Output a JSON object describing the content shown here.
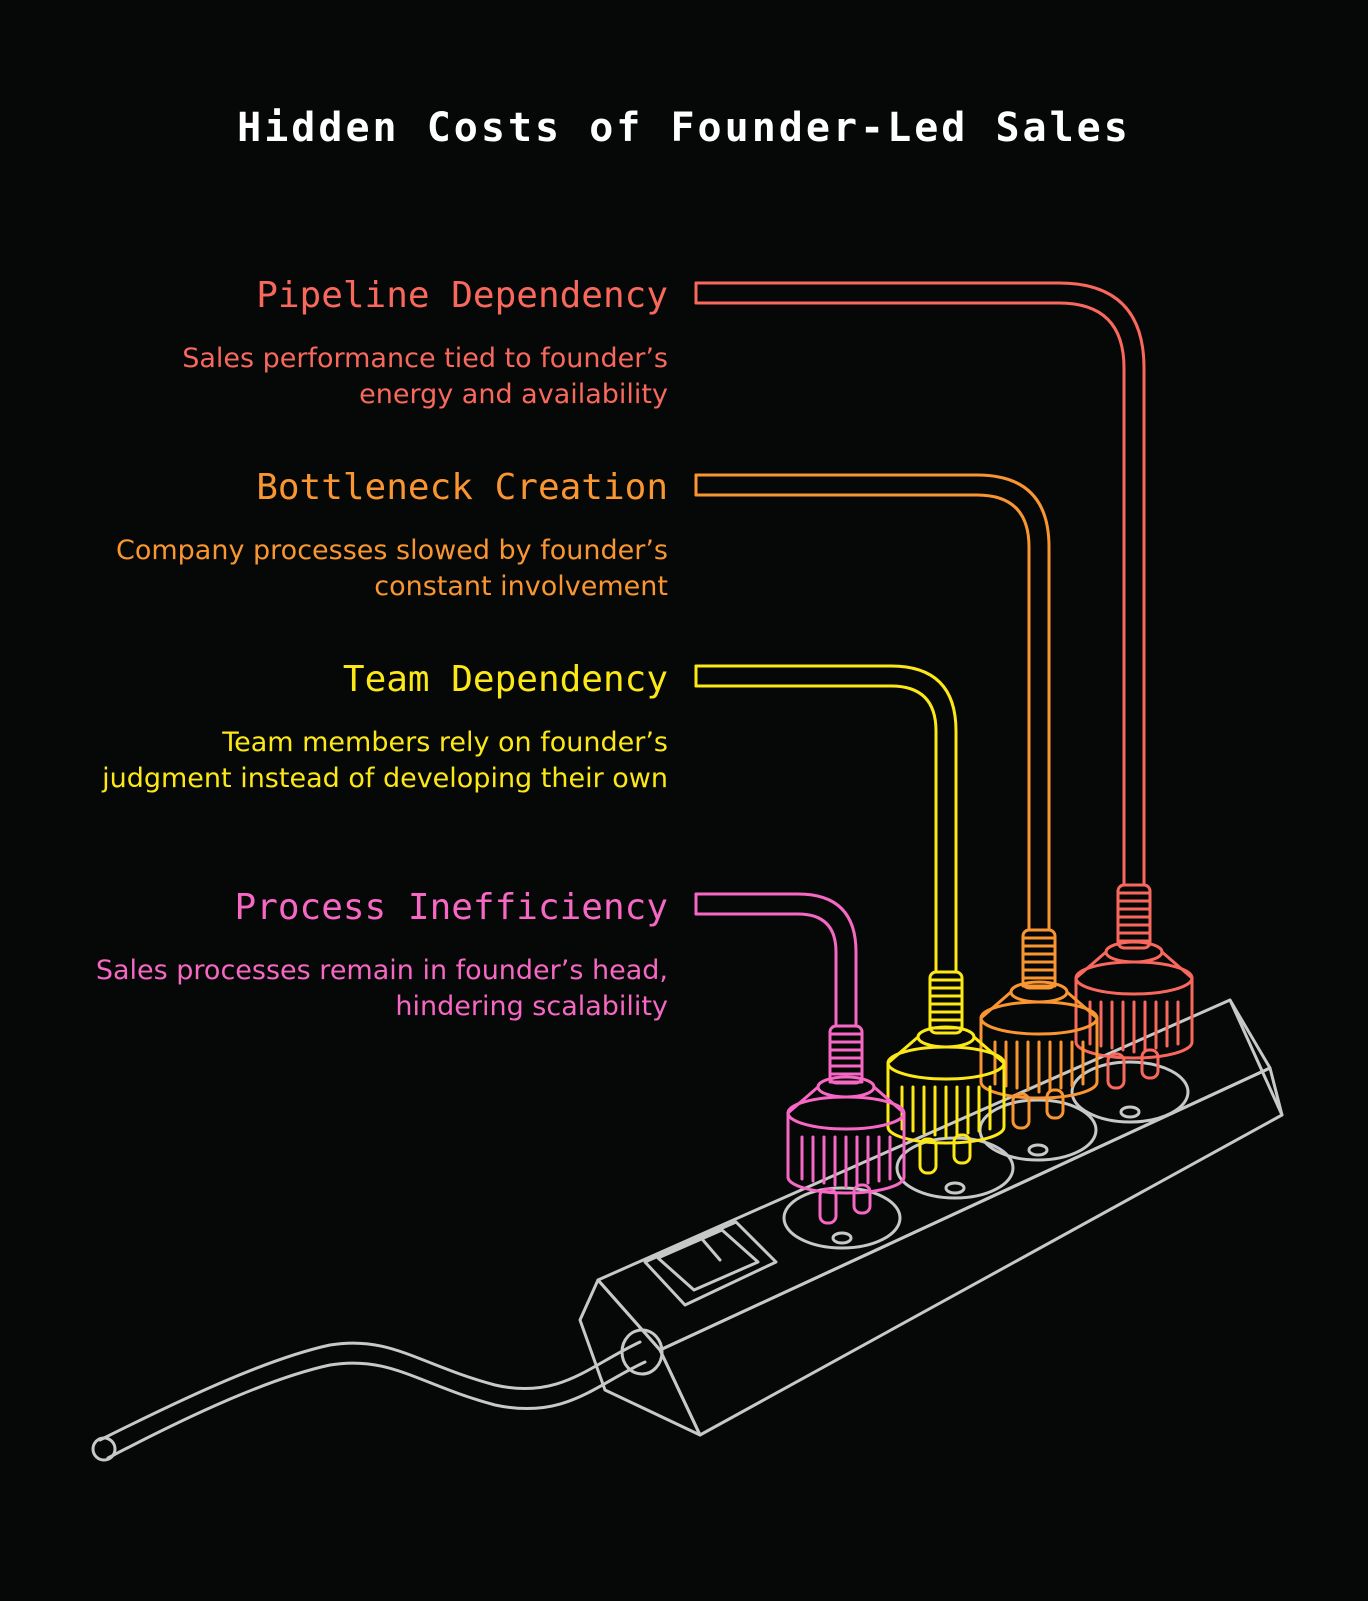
{
  "title": "Hidden Costs of Founder-Led Sales",
  "items": [
    {
      "heading": "Pipeline Dependency",
      "description": "Sales performance tied to founder’s energy and availability",
      "color": "#f9685d"
    },
    {
      "heading": "Bottleneck Creation",
      "description": "Company processes slowed by founder’s constant involvement",
      "color": "#f99631"
    },
    {
      "heading": "Team Dependency",
      "description": "Team members rely on founder’s judgment instead of developing their own",
      "color": "#fde817"
    },
    {
      "heading": "Process Inefficiency",
      "description": "Sales processes remain in founder’s head, hindering scalability",
      "color": "#f767c4"
    }
  ],
  "illustration": {
    "power_strip_color": "#c8c8c8",
    "icon": "power-strip-with-plugs-icon"
  }
}
